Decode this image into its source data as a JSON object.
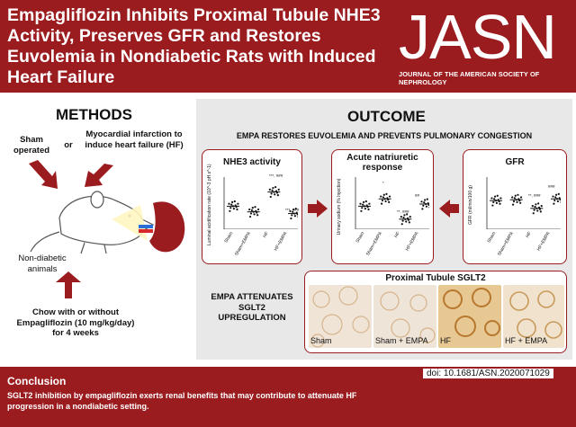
{
  "header": {
    "title": "Empagliflozin Inhibits Proximal Tubule NHE3 Activity, Preserves GFR and Restores Euvolemia in Nondiabetic Rats with Induced Heart Failure",
    "logo": "JASN",
    "tagline": "JOURNAL OF THE AMERICAN SOCIETY OF NEPHROLOGY"
  },
  "methods": {
    "heading": "METHODS",
    "sham": "Sham operated",
    "or": "or",
    "mi": "Myocardial infarction to induce heart failure (HF)",
    "animals": "Non-diabetic animals",
    "treatment": "Chow with or without Empagliflozin (10 mg/kg/day) for 4 weeks"
  },
  "outcome": {
    "heading": "OUTCOME",
    "subheading": "EMPA RESTORES EUVOLEMIA AND PREVENTS PULMONARY CONGESTION",
    "cards": [
      {
        "title": "NHE3 activity",
        "ylabel": "Luminal acidification rate (10^-3 pH.s^-1)",
        "groups": [
          "Sham",
          "Sham+EMPA",
          "HF",
          "HF+EMPA"
        ],
        "sig": [
          "",
          "",
          "***, ###",
          "***, ###"
        ],
        "values": [
          0.45,
          0.32,
          0.78,
          0.28
        ]
      },
      {
        "title": "Acute natriuretic response",
        "ylabel": "Urinary sodium (% Injection)",
        "groups": [
          "Sham",
          "Sham+EMPA",
          "HF",
          "HF+EMPA"
        ],
        "sig": [
          "",
          "*",
          "**, ###",
          "##"
        ],
        "values": [
          0.45,
          0.62,
          0.15,
          0.5
        ]
      },
      {
        "title": "GFR",
        "ylabel": "GFR (ml/min/100 g)",
        "groups": [
          "Sham",
          "Sham+EMPA",
          "HF",
          "HF+EMPA"
        ],
        "sig": [
          "",
          "",
          "**, ###",
          "###"
        ],
        "values": [
          0.58,
          0.6,
          0.4,
          0.62
        ]
      }
    ],
    "empa_attenuates": "EMPA ATTENUATES SGLT2 UPREGULATION",
    "sglt2_title": "Proximal Tubule SGLT2",
    "images": [
      "Sham",
      "Sham + EMPA",
      "HF",
      "HF + EMPA"
    ]
  },
  "footer": {
    "title": "Conclusion",
    "text": "SGLT2 inhibition by empagliflozin exerts renal benefits that may contribute to attenuate HF progression in a nondiabetic setting.",
    "doi": "doi: 10.1681/ASN.2020071029"
  },
  "colors": {
    "brand": "#9b1c1f",
    "panel": "#e8e8e8"
  }
}
